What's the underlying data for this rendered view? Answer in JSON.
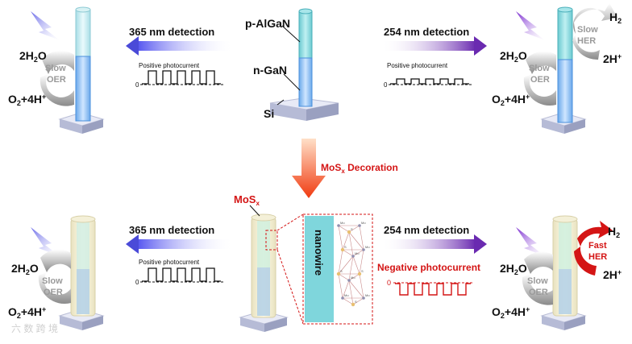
{
  "materials": {
    "p_layer": "p-AlGaN",
    "n_layer": "n-GaN",
    "substrate": "Si",
    "cocatalyst": "MoS",
    "cocatalyst_sub": "x"
  },
  "center_arrow": {
    "label_main": "MoS",
    "label_sub": "x",
    "label_tail": " Decoration"
  },
  "detection": {
    "d365": "365 nm detection",
    "d254": "254 nm detection"
  },
  "photocurrent": {
    "positive": "Positive photocurrent",
    "negative": "Negative photocurrent",
    "zero": "0"
  },
  "reactions": {
    "water": "2H",
    "water_sub": "2",
    "water_tail": "O",
    "oxygen": "O",
    "oxygen_sub": "2",
    "oxygen_tail": "+4H",
    "plus": "+",
    "hydrogen": "H",
    "hydrogen_sub": "2",
    "protons": "2H",
    "slow": "Slow",
    "fast": "Fast",
    "oer": "OER",
    "her": "HER"
  },
  "zoom": {
    "nanowire": "nanowire",
    "atom_labels": [
      "Mo",
      "S",
      "Mo",
      "S",
      "Mo",
      "Mo",
      "S",
      "Mo",
      "S",
      "Mo",
      "S",
      "Mo"
    ]
  },
  "watermark": "六 数 跨 境",
  "colors": {
    "nanowire_top": "#7fd6dc",
    "nanowire_bottom": "#8ec0f4",
    "red": "#d41515",
    "arrow_blue": "#4a4ad8",
    "arrow_purple": "#6a2ab0"
  }
}
